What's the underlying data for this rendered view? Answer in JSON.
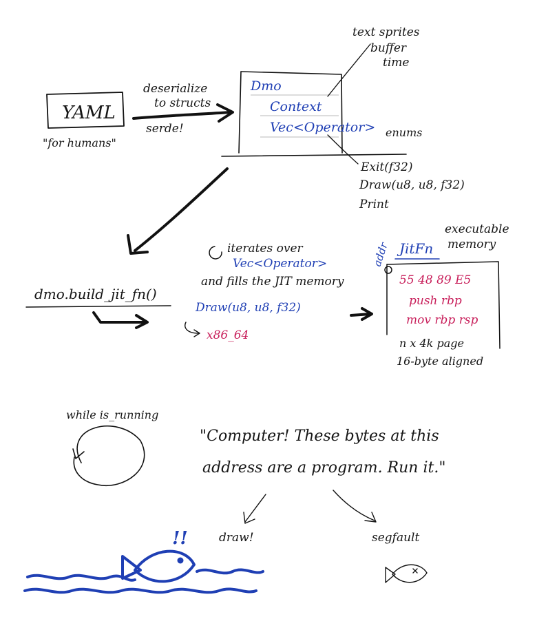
{
  "colors": {
    "ink": "#161616",
    "blue": "#1f3fb4",
    "red": "#c81e5a"
  },
  "yaml": {
    "label": "YAML",
    "caption": "\"for humans\""
  },
  "arrow1": {
    "top": "deserialize",
    "top2": "to structs",
    "bottom": "serde!"
  },
  "dmo_box": {
    "title": "Dmo",
    "field1": "Context",
    "field2": "Vec<Operator>"
  },
  "context_note": {
    "line1": "text sprites",
    "line2": "buffer",
    "line3": "time"
  },
  "enums": {
    "label": "enums",
    "items": [
      "Exit(f32)",
      "Draw(u8, u8, f32)",
      "Print"
    ]
  },
  "build": {
    "call": "dmo.build_jit_fn()"
  },
  "iterate": {
    "line1": "iterates over",
    "line2": "Vec<Operator>",
    "line3": "and fills the JIT memory",
    "op": "Draw(u8, u8, f32)",
    "arch": "x86_64"
  },
  "jit": {
    "addr": "addr",
    "type": "JitFn",
    "exec1": "executable",
    "exec2": "memory",
    "bytes": "55 48 89 E5",
    "asm1": "push rbp",
    "asm2": "mov rbp rsp",
    "page": "n x 4k page",
    "align": "16-byte aligned"
  },
  "loop": {
    "label": "while is_running"
  },
  "quote": {
    "line1": "\"Computer! These bytes at this",
    "line2": "address are a program. Run it.\""
  },
  "outcomes": {
    "left": "draw!",
    "right": "segfault",
    "exclaim": "!!"
  }
}
